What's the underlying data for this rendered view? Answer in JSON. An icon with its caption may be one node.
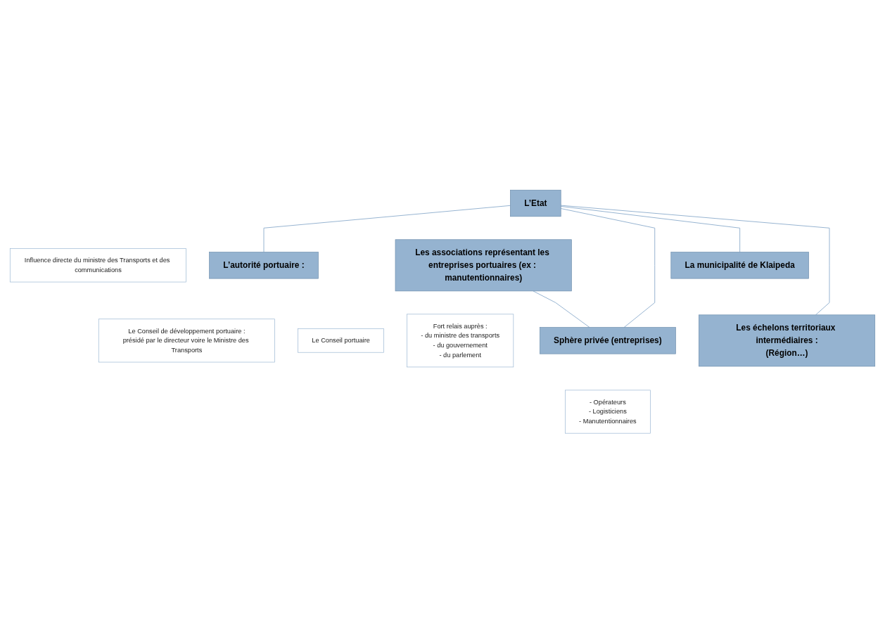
{
  "diagram": {
    "nodes": [
      {
        "text": [
          "L’Etat"
        ]
      },
      {
        "text": [
          "Influence directe du ministre des Transports et des communications"
        ]
      },
      {
        "text": [
          "L’autorité portuaire :"
        ]
      },
      {
        "text": [
          "Le Conseil de développement portuaire :",
          "présidé par le directeur voire le Ministre des Transports"
        ]
      },
      {
        "text": [
          "Le Conseil portuaire"
        ]
      },
      {
        "text": [
          "Les associations représentant les entreprises portuaires (ex : manutentionnaires)"
        ]
      },
      {
        "text": [
          "Fort relais auprès :",
          "- du ministre des transports",
          "- du gouvernement",
          "- du parlement"
        ]
      },
      {
        "text": [
          "Sphère privée (entreprises)"
        ]
      },
      {
        "text": [
          "- Opérateurs",
          "- Logisticiens",
          "- Manutentionnaires"
        ]
      },
      {
        "text": [
          "La municipalité de Klaipeda"
        ]
      },
      {
        "text": [
          "Les échelons territoriaux intermédiaires :",
          "(Région…)"
        ]
      }
    ],
    "edges": [
      {
        "from": 0,
        "to": 2,
        "arrow": "none"
      },
      {
        "from": 0,
        "to": 7,
        "arrow": "none"
      },
      {
        "from": 0,
        "to": 9,
        "arrow": "none"
      },
      {
        "from": 0,
        "to": 10,
        "arrow": "none"
      },
      {
        "from": 5,
        "to": 7,
        "arrow": "none"
      }
    ]
  }
}
